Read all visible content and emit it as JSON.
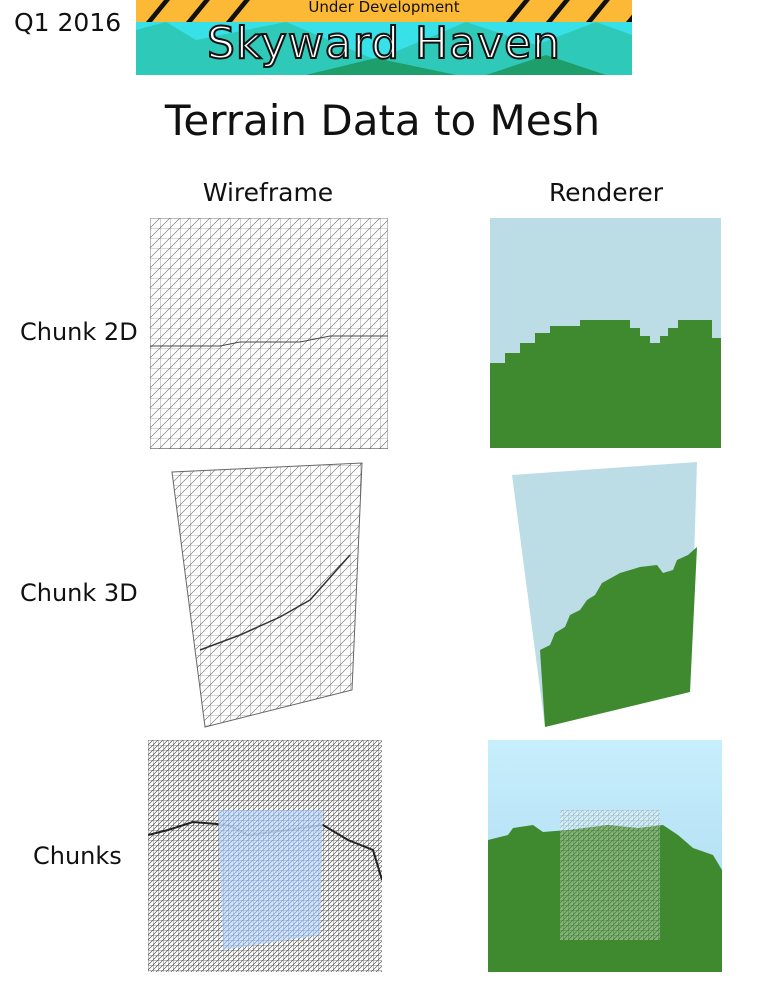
{
  "date_label": "Q1 2016",
  "banner": {
    "subtitle": "Under Development",
    "title": "Skyward Haven"
  },
  "title": "Terrain Data to Mesh",
  "columns": [
    "Wireframe",
    "Renderer"
  ],
  "rows": [
    "Chunk 2D",
    "Chunk 3D",
    "Chunks"
  ],
  "colors": {
    "sky": "#bcdde6",
    "grass": "#3f8a2e",
    "stripe": "#fbb935",
    "teal": "#38e0e8",
    "highlight": "#a8c8f0"
  }
}
